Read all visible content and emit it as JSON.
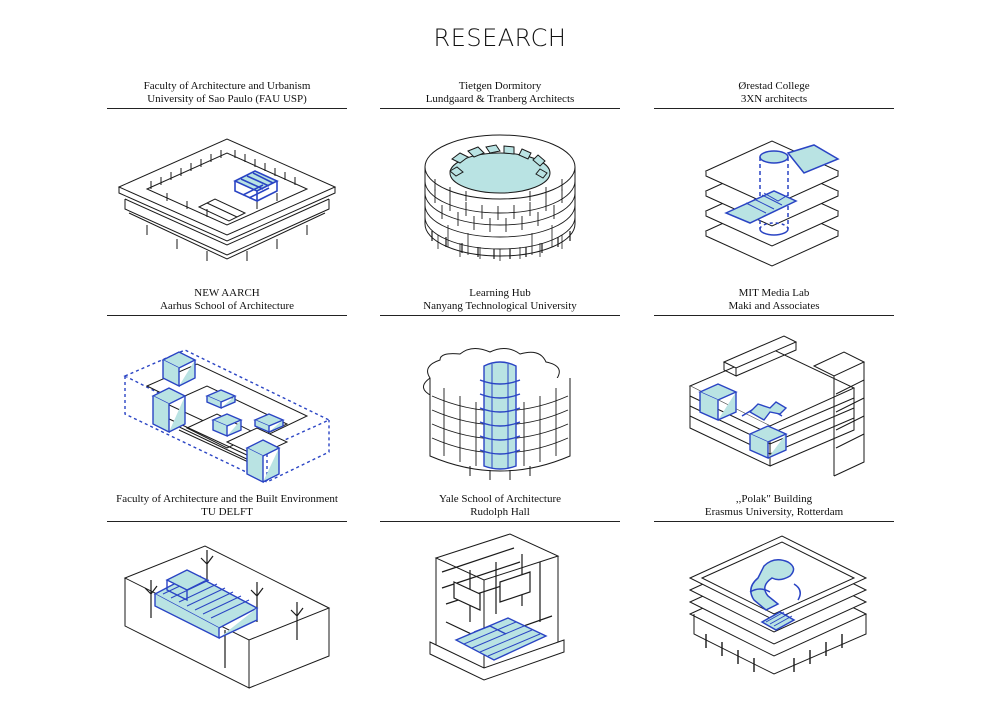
{
  "page": {
    "title": "RESEARCH"
  },
  "colors": {
    "line": "#1a1a1a",
    "accent_blue": "#2a44c4",
    "accent_fill": "#b9e3e3"
  },
  "projects": [
    {
      "line1": "Faculty of Architecture and Urbanism",
      "line2": "University of Sao Paulo (FAU USP)"
    },
    {
      "line1": "Tietgen Dormitory",
      "line2": "Lundgaard & Tranberg Architects"
    },
    {
      "line1": "Ørestad College",
      "line2": "3XN architects"
    },
    {
      "line1": "NEW AARCH",
      "line2": "Aarhus School of Architecture"
    },
    {
      "line1": "Learning Hub",
      "line2": "Nanyang Technological University"
    },
    {
      "line1": "MIT Media Lab",
      "line2": "Maki and Associates"
    },
    {
      "line1": "Faculty of Architecture and the Built Environment",
      "line2": "TU DELFT"
    },
    {
      "line1": "Yale School of Architecture",
      "line2": "Rudolph Hall"
    },
    {
      "line1": ",,Polak\" Building",
      "line2": "Erasmus University, Rotterdam"
    }
  ]
}
